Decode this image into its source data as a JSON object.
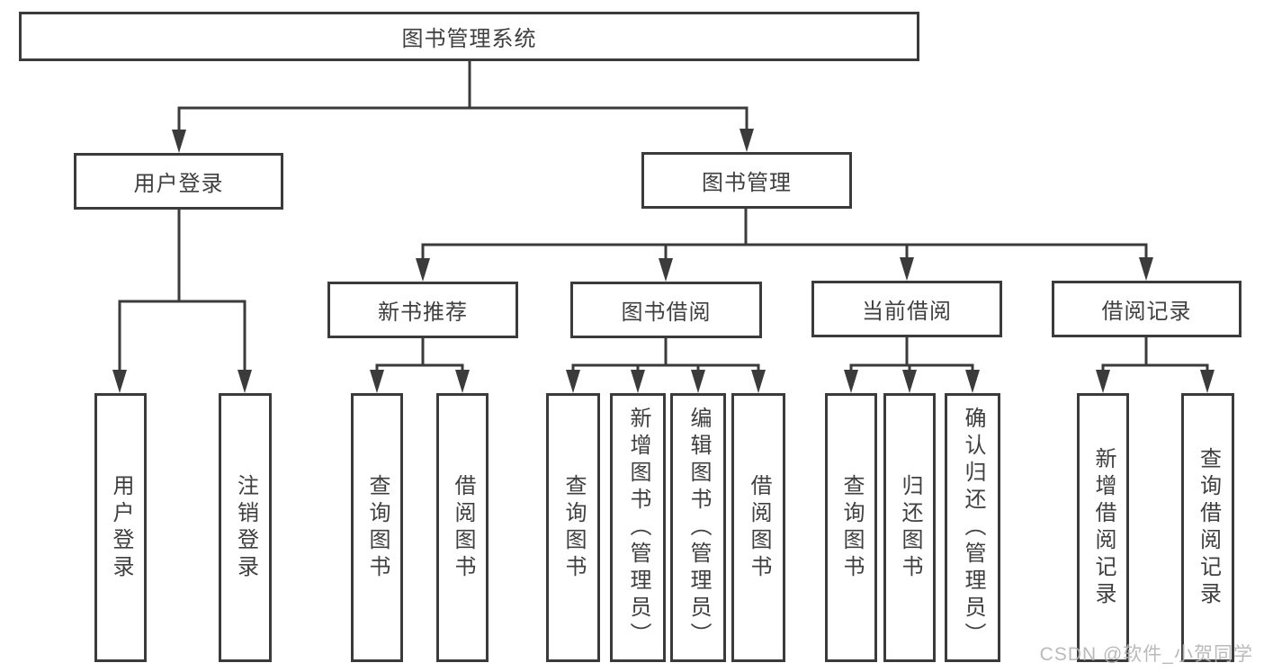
{
  "diagram": {
    "root": {
      "label": "图书管理系统",
      "children": [
        {
          "label": "用户登录",
          "children": [
            {
              "label": "用户登录"
            },
            {
              "label": "注销登录"
            }
          ]
        },
        {
          "label": "图书管理",
          "children": [
            {
              "label": "新书推荐",
              "children": [
                {
                  "label": "查询图书"
                },
                {
                  "label": "借阅图书"
                }
              ]
            },
            {
              "label": "图书借阅",
              "children": [
                {
                  "label": "查询图书"
                },
                {
                  "label": "新增图书（管理员）"
                },
                {
                  "label": "编辑图书（管理员）"
                },
                {
                  "label": "借阅图书"
                }
              ]
            },
            {
              "label": "当前借阅",
              "children": [
                {
                  "label": "查询图书"
                },
                {
                  "label": "归还图书"
                },
                {
                  "label": "确认归还（管理员）"
                }
              ]
            },
            {
              "label": "借阅记录",
              "children": [
                {
                  "label": "新增借阅记录"
                },
                {
                  "label": "查询借阅记录"
                }
              ]
            }
          ]
        }
      ]
    }
  },
  "watermark": {
    "text": "CSDN @软件_小贺同学"
  },
  "colors": {
    "line": "#3b3b3b",
    "text": "#3f3f3f",
    "watermark": "#b3b3b3",
    "background": "#ffffff"
  }
}
